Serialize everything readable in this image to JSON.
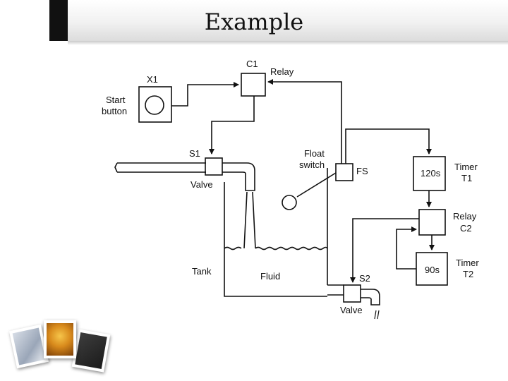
{
  "slide": {
    "title": "Example"
  },
  "diagram": {
    "labels": {
      "c1": "C1",
      "relay": "Relay",
      "x1": "X1",
      "start_button_line1": "Start",
      "start_button_line2": "button",
      "s1": "S1",
      "valve1": "Valve",
      "float_line1": "Float",
      "float_line2": "switch",
      "fs": "FS",
      "t1_value": "120s",
      "timer1_line1": "Timer",
      "timer1_line2": "T1",
      "relay2_line1": "Relay",
      "relay2_line2": "C2",
      "t2_value": "90s",
      "timer2_line1": "Timer",
      "timer2_line2": "T2",
      "tank": "Tank",
      "fluid": "Fluid",
      "s2": "S2",
      "valve2": "Valve"
    }
  },
  "colors": {
    "title_edge": "#111111",
    "line": "#111111"
  }
}
